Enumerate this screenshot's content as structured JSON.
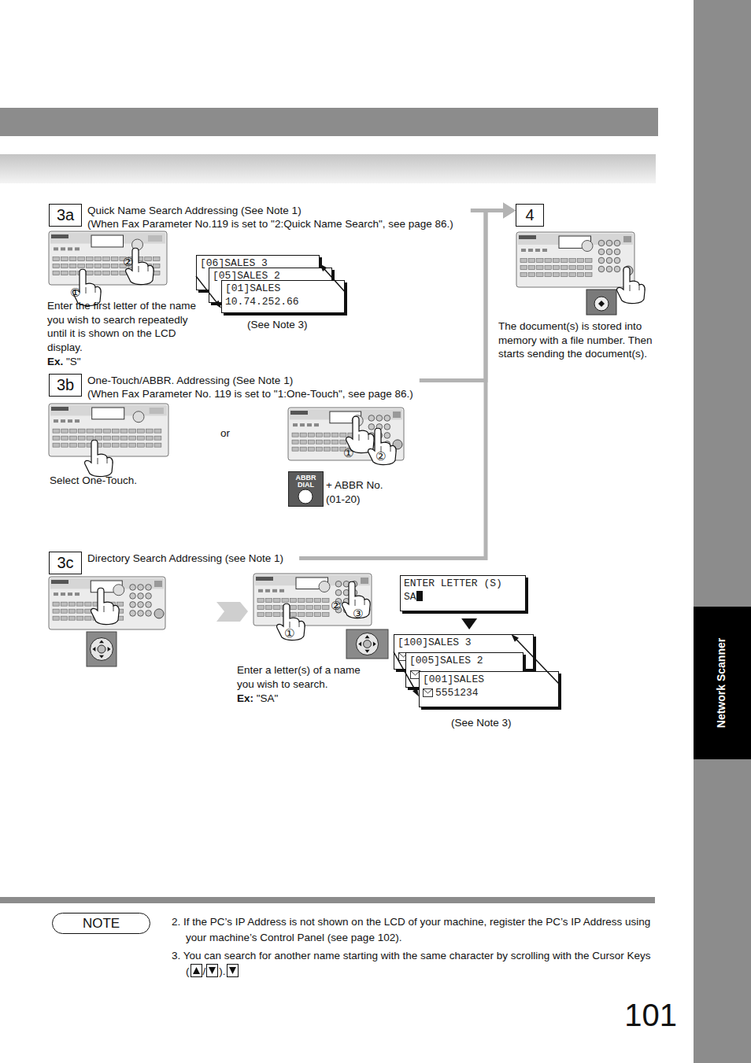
{
  "diagram": {
    "nodes": [
      {
        "text": [
          "3a",
          "Quick Name Search Addressing (See Note 1)",
          "(When Fax Parameter No.119 is set to \"2:Quick Name Search\", see page 86.)"
        ]
      },
      {
        "text": [
          "4"
        ]
      },
      {
        "text": [
          "[06]SALES 3"
        ]
      },
      {
        "text": [
          "[05]SALES 2"
        ]
      },
      {
        "text": [
          "[01]SALES",
          "10.74.252.66"
        ]
      },
      {
        "text": [
          "3b",
          "One-Touch/ABBR. Addressing (See Note 1)",
          "(When Fax Parameter No. 119 is set to \"1:One-Touch\", see page 86.)"
        ]
      },
      {
        "text": [
          "ABBR DIAL"
        ]
      },
      {
        "text": [
          "3c",
          "Directory Search Addressing (see Note 1)"
        ]
      },
      {
        "text": [
          "ENTER LETTER (S)",
          "SA"
        ]
      },
      {
        "text": [
          "[100]SALES 3"
        ]
      },
      {
        "text": [
          "[005]SALES 2"
        ]
      },
      {
        "text": [
          "[001]SALES",
          "5551234"
        ]
      },
      {
        "text": [
          "NOTE"
        ]
      }
    ],
    "edges": [
      {
        "from": 0,
        "to": 1,
        "arrow": "to"
      },
      {
        "from": 5,
        "to": 1,
        "arrow": "to"
      },
      {
        "from": 7,
        "to": 1,
        "arrow": "to"
      },
      {
        "from": 4,
        "to": 2,
        "arrow": "to"
      },
      {
        "from": 2,
        "to": 4,
        "arrow": "to"
      },
      {
        "from": 8,
        "to": 9,
        "arrow": "to"
      },
      {
        "from": 11,
        "to": 9,
        "arrow": "to"
      },
      {
        "from": 9,
        "to": 11,
        "arrow": "to"
      }
    ],
    "labels": [
      "①",
      "②",
      "Enter the first letter of the name you wish to search repeatedly until it is shown on the LCD display.",
      "Ex.",
      "\"S\"",
      "(See Note 3)",
      "The document(s) is stored into memory with a file number. Then starts sending the document(s).",
      "or",
      "①",
      "②",
      "Select One-Touch.",
      "+ ABBR No. (01-20)",
      "①",
      "②",
      "③",
      "Enter a letter(s) of a name you wish to search.",
      "Ex:",
      "\"SA\"",
      "(See Note 3)",
      "Network Scanner",
      "2. If the PC’s IP Address is not shown on the LCD of your machine, register the PC’s IP Address using your machine’s Control Panel (see page 102).",
      "3. You can search for another name starting with the same character by scrolling with the Cursor Keys (",
      "/",
      ").",
      "101"
    ]
  }
}
